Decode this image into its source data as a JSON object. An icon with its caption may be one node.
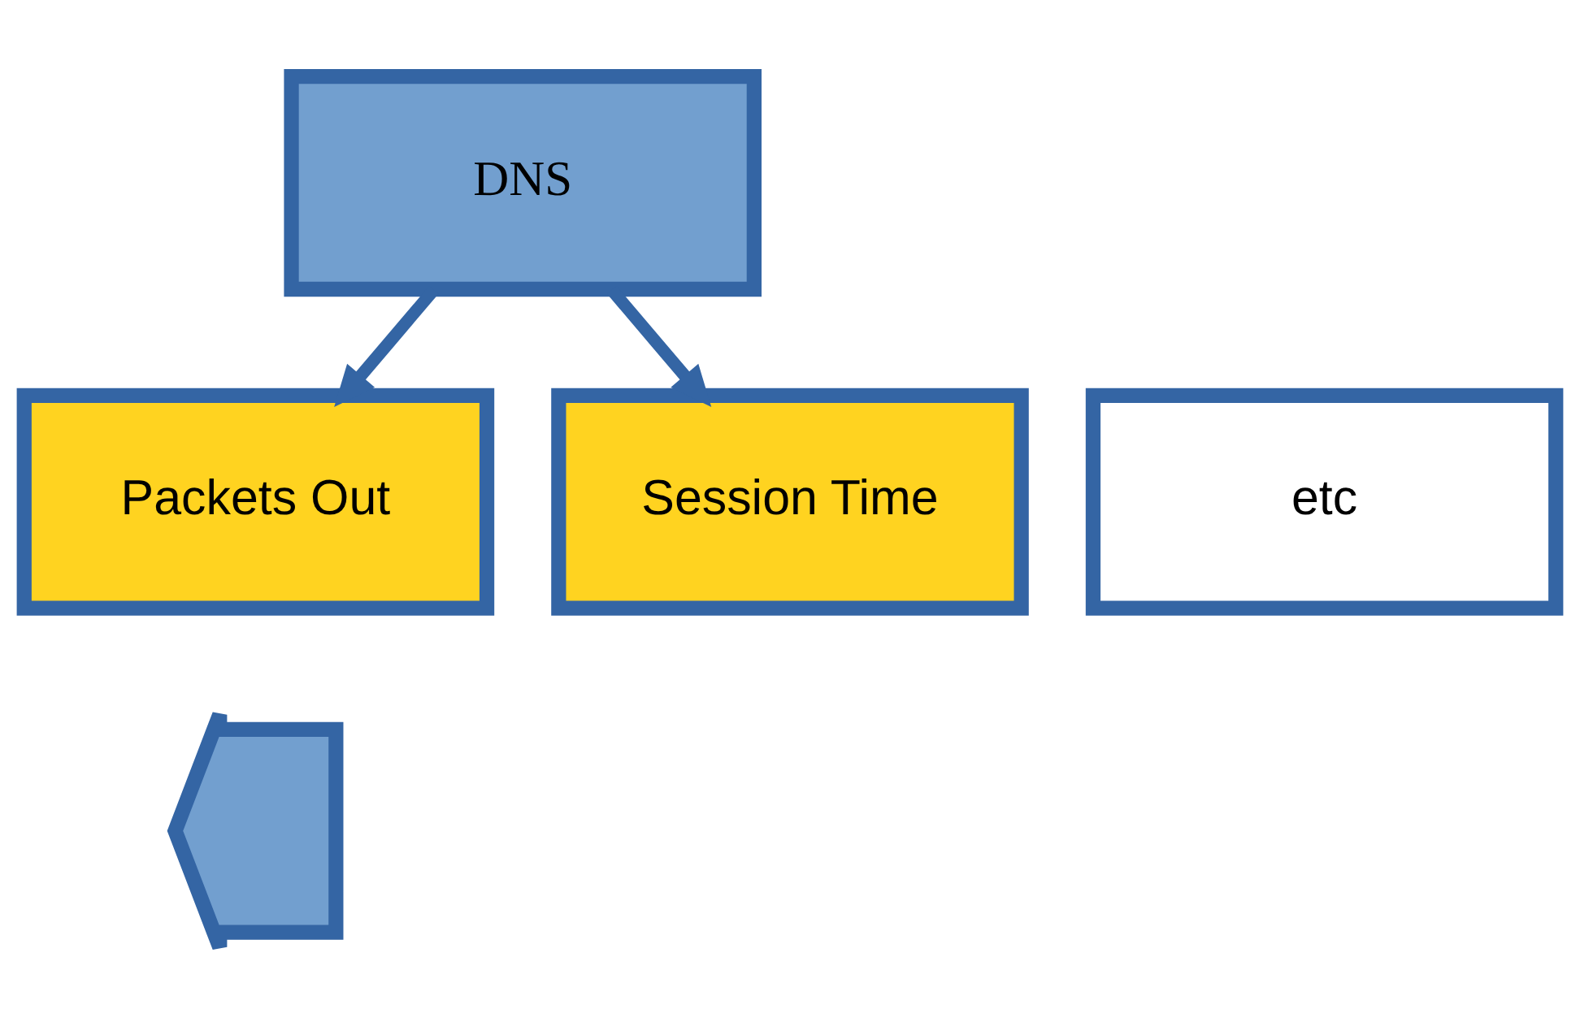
{
  "diagram": {
    "nodes": [
      {
        "text": [
          "DNS"
        ]
      },
      {
        "text": [
          "Packets Out"
        ]
      },
      {
        "text": [
          "Session Time"
        ]
      },
      {
        "text": [
          "etc"
        ]
      },
      {
        "text": [],
        "shape": "arrow"
      }
    ],
    "edges": [
      {
        "from": 0,
        "to": 1,
        "arrow": "to"
      },
      {
        "from": 0,
        "to": 2,
        "arrow": "to"
      }
    ]
  }
}
